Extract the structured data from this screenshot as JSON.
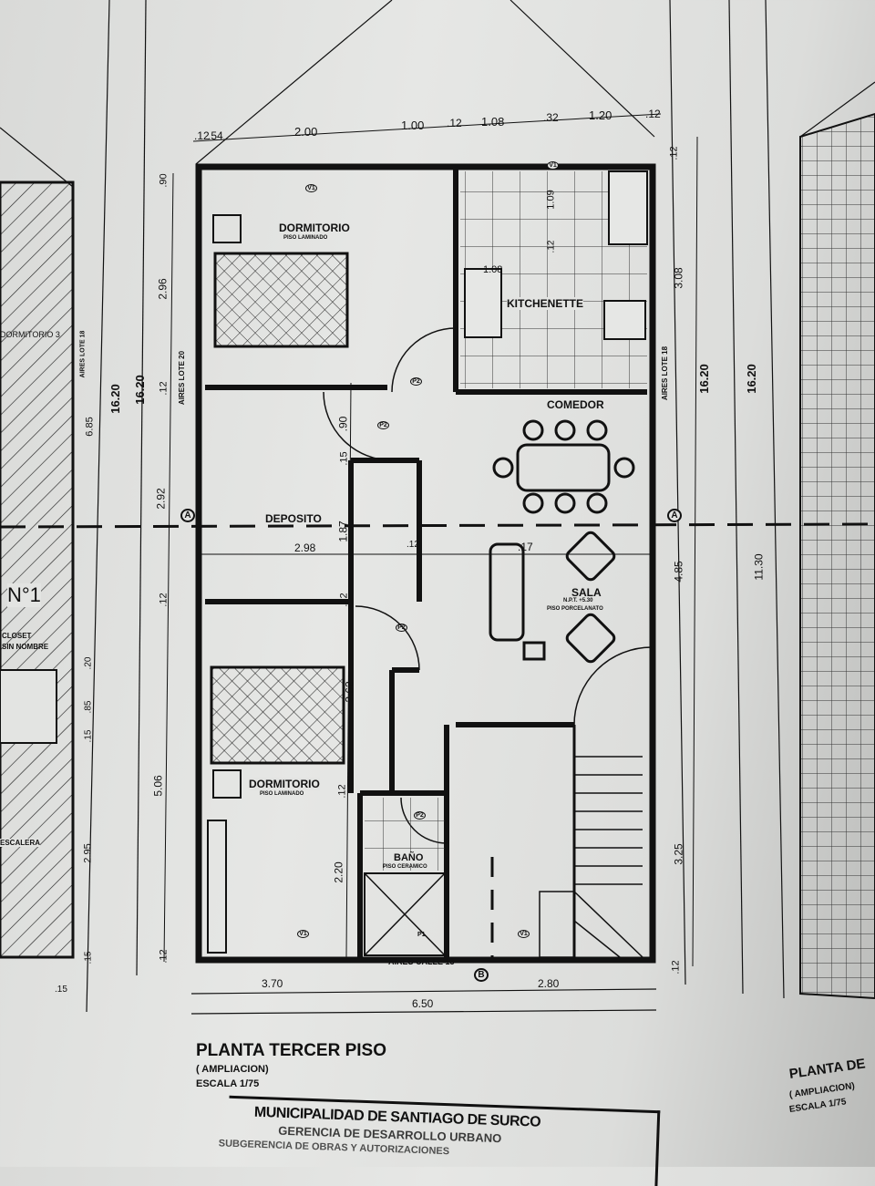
{
  "plan": {
    "title": "PLANTA TERCER PISO",
    "subtitle": "( AMPLIACION)",
    "scale": "ESCALA 1/75",
    "next_title": "PLANTA DE",
    "next_subtitle": "( AMPLIACION)",
    "next_scale": "ESCALA 1/75"
  },
  "stamp": {
    "line1": "MUNICIPALIDAD DE SANTIAGO DE SURCO",
    "line2": "GERENCIA DE DESARROLLO URBANO",
    "line3": "SUBGERENCIA DE OBRAS Y AUTORIZACIONES"
  },
  "rooms": {
    "dormitorio1": "DORMITORIO",
    "dormitorio1_floor": "PISO LAMINADO",
    "kitchenette": "KITCHENETTE",
    "comedor": "COMEDOR",
    "deposito": "DEPOSITO",
    "sala": "SALA",
    "sala_level": "N.P.T. +5.30",
    "sala_floor": "PISO PORCELANATO",
    "dormitorio2": "DORMITORIO",
    "dormitorio2_floor": "PISO LAMINADO",
    "bano": "BAÑO",
    "bano_floor": "PISO CERAMICO",
    "neighbor_room": "DORMITORIO 3",
    "neighbor_unit": "N°1",
    "neighbor_closet": "CLOSET",
    "neighbor_closet2": "SIN NOMBRE",
    "neighbor_stairs": "ESCALERA"
  },
  "labels": {
    "aires_lote_20": "AIRES LOTE 20",
    "aires_lote_18": "AIRES LOTE 18",
    "aires_lote_18_left": "AIRES LOTE 18",
    "aires_calle": "AIRES CALLE 13",
    "section_a": "A",
    "section_b": "B"
  },
  "dims": {
    "top": [
      ".12",
      ".54",
      "2.00",
      "1.00",
      ".12",
      "1.08",
      ".32",
      "1.20",
      ".12"
    ],
    "left_outer": [
      ".90",
      "2.96",
      ".12",
      "2.92",
      ".12",
      "5.06",
      ".12"
    ],
    "left_total": "16.20",
    "inner": [
      ".90",
      ".15",
      "1.87",
      ".12",
      "2.62",
      ".12",
      "2.20"
    ],
    "deposito_width": "2.98",
    "deposito_gap": ".12",
    "sala_dim": ".17",
    "kitchen": [
      "1.09",
      "1.08",
      ".12"
    ],
    "right": [
      ".12",
      "3.08",
      "4.85",
      "3.25",
      ".12"
    ],
    "right_total": "16.20",
    "right_total2": "16.20",
    "far_right": "11.30",
    "bottom": [
      "3.70",
      "2.80"
    ],
    "bottom_total": "6.50",
    "neighbor": [
      "16.20",
      "6.85",
      ".20",
      ".85",
      ".15",
      "2.95",
      ".15",
      ".15"
    ]
  },
  "door_tags": [
    "V1",
    "V1",
    "P2",
    "P2",
    "P2",
    "P2",
    "V1",
    "V1",
    "P1"
  ]
}
